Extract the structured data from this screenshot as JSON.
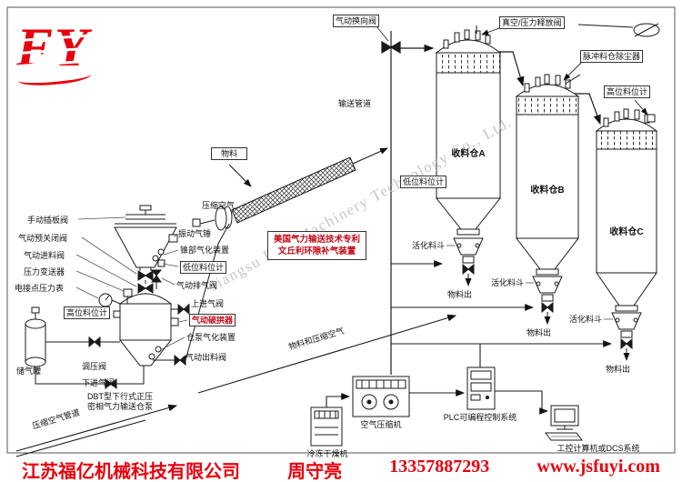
{
  "logo": {
    "text": "FY"
  },
  "watermark": {
    "text": "Jiangsu Fuyi Machinery Technology Co., Ltd."
  },
  "footer": {
    "company": "江苏福亿机械科技有限公司",
    "contact": "周守亮",
    "phone": "13357887293",
    "website": "www.jsfuyi.com"
  },
  "labels": {
    "diverter_valve": "气动换向阀",
    "vacuum_relief": "真空/压力释放阀",
    "pulse_dust_collector": "脉冲料仓除尘器",
    "high_level_c": "高位料位计",
    "conveying_pipeline": "输送管道",
    "material": "物料",
    "compressed_air": "压缩空气",
    "patent_line1": "美国气力输送技术专利",
    "patent_line2": "文丘利环隙补气装置",
    "low_level_a": "低位料位计",
    "silo_a": "收料仓A",
    "silo_b": "收料仓B",
    "silo_c": "收料仓C",
    "act_hopper_a": "活化料斗",
    "act_hopper_b": "活化料斗",
    "act_hopper_c": "活化料斗",
    "material_out_a": "物料出",
    "material_out_b": "物料出",
    "material_out_c": "物料出",
    "manual_gate_valve": "手动插板阀",
    "preclose_valve": "气动预关闭阀",
    "inlet_valve": "气动进料阀",
    "pressure_transmitter": "压力变送器",
    "contact_gauge": "电接点压力表",
    "high_level_pump": "高位料位计",
    "vibrating_hammer": "振动气锤",
    "cone_aeration": "锥部气化装置",
    "low_level_pump": "低位料位计",
    "exhaust_valve": "气动排气阀",
    "upper_inlet_valve": "上进气阀",
    "arch_breaker": "气动破拱器",
    "pump_aeration": "仓泵气化装置",
    "outlet_valve": "气动出料阀",
    "air_tank": "储气罐",
    "regulator_valve": "调压阀",
    "lower_inlet_valve": "下进气阀",
    "pump_name_1": "DBT型下行式正压",
    "pump_name_2": "密相气力输送仓泵",
    "compressed_air_pipeline": "压缩空气管道",
    "material_and_air": "物料和压缩空气",
    "freeze_dryer": "冷冻干燥机",
    "air_compressor": "空气压缩机",
    "plc_system": "PLC可编程控制系统",
    "industrial_computer": "工控计算机或DCS系统"
  }
}
